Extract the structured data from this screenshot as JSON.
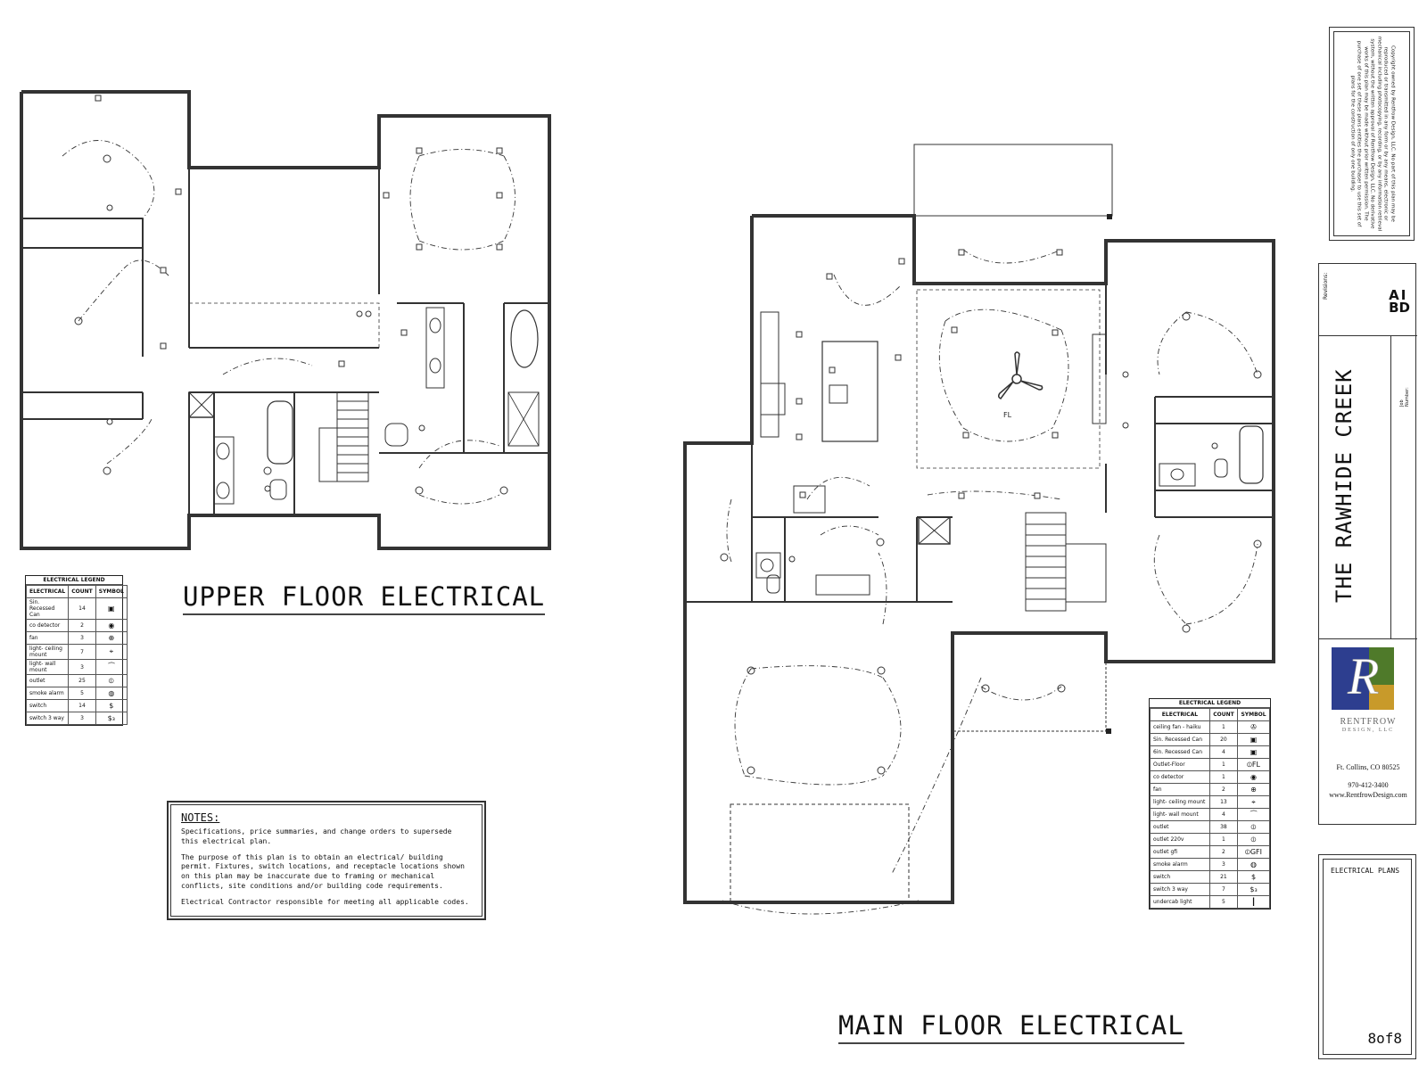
{
  "upper_heading": "UPPER FLOOR ELECTRICAL",
  "main_heading": "MAIN FLOOR ELECTRICAL",
  "upper_legend": {
    "title": "ELECTRICAL LEGEND",
    "headers": [
      "ELECTRICAL",
      "COUNT",
      "SYMBOL"
    ],
    "rows": [
      {
        "name": "Sin. Recessed Can",
        "count": "14",
        "symbol": "▣"
      },
      {
        "name": "co detector",
        "count": "2",
        "symbol": "◉"
      },
      {
        "name": "fan",
        "count": "3",
        "symbol": "⊕"
      },
      {
        "name": "light- ceiling mount",
        "count": "7",
        "symbol": "⌖"
      },
      {
        "name": "light- wall mount",
        "count": "3",
        "symbol": "⏜"
      },
      {
        "name": "outlet",
        "count": "25",
        "symbol": "⦶"
      },
      {
        "name": "smoke alarm",
        "count": "5",
        "symbol": "◍"
      },
      {
        "name": "switch",
        "count": "14",
        "symbol": "$"
      },
      {
        "name": "switch 3 way",
        "count": "3",
        "symbol": "$₃"
      }
    ]
  },
  "main_legend": {
    "title": "ELECTRICAL LEGEND",
    "headers": [
      "ELECTRICAL",
      "COUNT",
      "SYMBOL"
    ],
    "rows": [
      {
        "name": "ceiling fan - haiku",
        "count": "1",
        "symbol": "✇"
      },
      {
        "name": "Sin. Recessed Can",
        "count": "20",
        "symbol": "▣"
      },
      {
        "name": "6in. Recessed Can",
        "count": "4",
        "symbol": "▣"
      },
      {
        "name": "Outlet-Floor",
        "count": "1",
        "symbol": "⦶FL"
      },
      {
        "name": "co detector",
        "count": "1",
        "symbol": "◉"
      },
      {
        "name": "fan",
        "count": "2",
        "symbol": "⊕"
      },
      {
        "name": "light- ceiling mount",
        "count": "13",
        "symbol": "⌖"
      },
      {
        "name": "light- wall mount",
        "count": "4",
        "symbol": "⏜"
      },
      {
        "name": "outlet",
        "count": "38",
        "symbol": "⦶"
      },
      {
        "name": "outlet 220v",
        "count": "1",
        "symbol": "⦶"
      },
      {
        "name": "outlet gfi",
        "count": "2",
        "symbol": "⦶GFI"
      },
      {
        "name": "smoke alarm",
        "count": "3",
        "symbol": "◍"
      },
      {
        "name": "switch",
        "count": "21",
        "symbol": "$"
      },
      {
        "name": "switch 3 way",
        "count": "7",
        "symbol": "$₃"
      },
      {
        "name": "undercab light",
        "count": "5",
        "symbol": "┃"
      }
    ]
  },
  "notes": {
    "title": "NOTES:",
    "p1": "Specifications, price summaries, and change orders to supersede this electrical plan.",
    "p2": "The purpose of this plan is to obtain an electrical/ building permit. Fixtures, switch locations, and receptacle locations shown on this plan may be inaccurate due to framing or mechanical conflicts, site conditions and/or building code requirements.",
    "p3": "Electrical Contractor responsible for meeting all applicable codes."
  },
  "floor_label": "FL",
  "title_block": {
    "copyright": "Copyright owned by Rentfrow Design, LLC. No part of this plan may be reproduced or transmitted in any form or by any means, electronic or mechanical including photocopying, recording, or by any information retrieval system, without the written approval of Rentfrow Design, LLC. No derivative works of this plan may be made without prior written permission. The purchase of one set of these plans entitles the purchaser to use this set of plans for the construction of only one building.",
    "revision_label": "Revisions:",
    "rev_a": "A",
    "rev_i": "I",
    "rev_bd": "BD",
    "job_label": "Job Number:",
    "project_name": "THE RAWHIDE CREEK",
    "brand": "RENTFROW",
    "brand_sub": "DESIGN, LLC",
    "city": "Ft. Collins, CO 80525",
    "phone": "970-412-3400",
    "web": "www.RentfrowDesign.com",
    "sheet_label": "ELECTRICAL PLANS",
    "sheet_number": "8of8"
  },
  "colors": {
    "wall": "#555555",
    "line": "#222222",
    "logo_blue": "#2d3e8f",
    "logo_green": "#4f7a2a",
    "logo_gold": "#c89a2a"
  }
}
